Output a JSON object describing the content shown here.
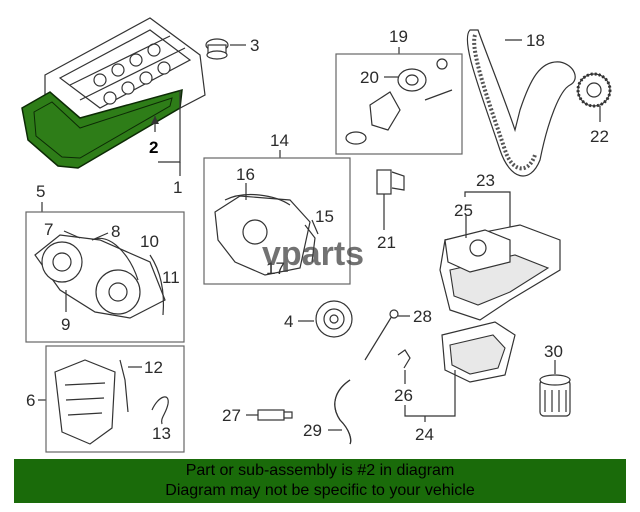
{
  "callouts": {
    "c1": "1",
    "c2": "2",
    "c3": "3",
    "c4": "4",
    "c5": "5",
    "c6": "6",
    "c7": "7",
    "c8": "8",
    "c9": "9",
    "c10": "10",
    "c11": "11",
    "c12": "12",
    "c13": "13",
    "c14": "14",
    "c15": "15",
    "c16": "16",
    "c17": "17",
    "c18": "18",
    "c19": "19",
    "c20": "20",
    "c21": "21",
    "c22": "22",
    "c23": "23",
    "c24": "24",
    "c25": "25",
    "c26": "26",
    "c27": "27",
    "c28": "28",
    "c29": "29",
    "c30": "30"
  },
  "watermark": "vparts",
  "highlight_color": "#2e7d18",
  "banner": {
    "line1": "Part or sub-assembly is #2 in diagram",
    "line2": "Diagram may not be specific to your vehicle",
    "color": "#1a6b0a"
  }
}
